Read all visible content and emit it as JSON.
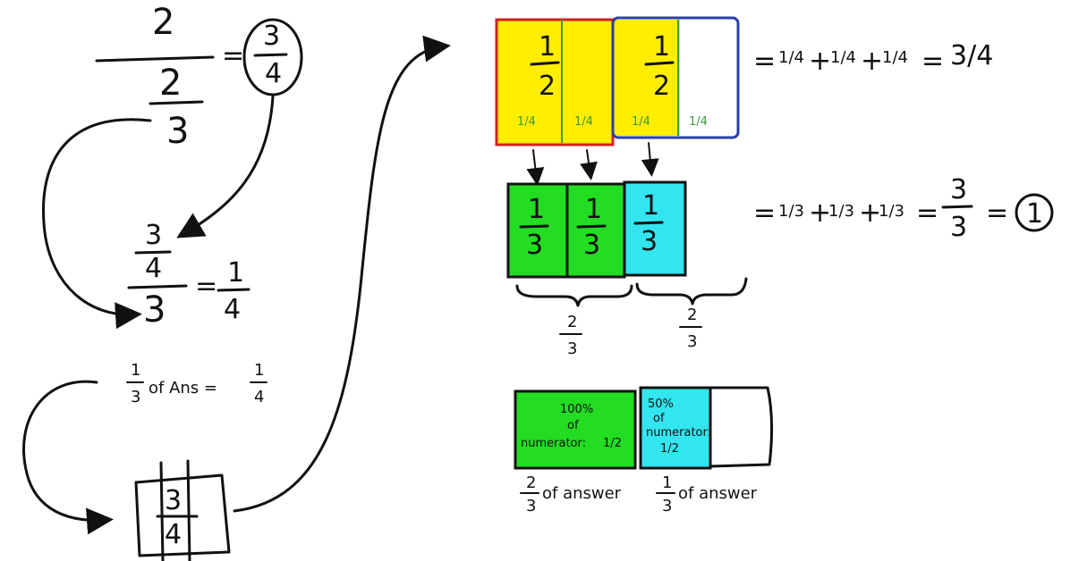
{
  "left": {
    "top_fraction": {
      "num": "2",
      "den_num": "2",
      "den_den": "3",
      "result_num": "3",
      "result_den": "4"
    },
    "mid_fraction": {
      "num_num": "3",
      "num_den": "4",
      "den": "3",
      "result_num": "1",
      "result_den": "4"
    },
    "statement": {
      "a_num": "1",
      "a_den": "3",
      "middle": "of Ans =",
      "b_num": "1",
      "b_den": "4"
    },
    "grid": {
      "num": "3",
      "den": "4"
    }
  },
  "halves": {
    "labels": [
      {
        "num": "1",
        "den": "2"
      },
      {
        "num": "1",
        "den": "2"
      }
    ],
    "quarters": [
      "1/4",
      "1/4",
      "1/4",
      "1/4"
    ],
    "equation": {
      "terms": [
        "1/4",
        "1/4",
        "1/4"
      ],
      "result": "3/4"
    },
    "colors": {
      "yellow": "#ffee00",
      "red": "#d42020",
      "blue": "#2a3fa8",
      "green_text": "#3a9a3a"
    }
  },
  "thirds": {
    "labels": [
      {
        "num": "1",
        "den": "3"
      },
      {
        "num": "1",
        "den": "3"
      },
      {
        "num": "1",
        "den": "3"
      }
    ],
    "equation": {
      "terms": [
        "1/3",
        "1/3",
        "1/3"
      ],
      "result_num": "3",
      "result_den": "3",
      "final": "1"
    },
    "braces": [
      {
        "num": "2",
        "den": "3"
      },
      {
        "num": "2",
        "den": "3"
      }
    ],
    "colors": {
      "green": "#22dd22",
      "cyan": "#33e5ee"
    }
  },
  "bottom": {
    "green_box": {
      "line1": "100%",
      "line2": "of",
      "line3": "numerator:",
      "frac": "1/2"
    },
    "cyan_box": {
      "line1": "50%",
      "line2": "of",
      "line3": "numerator:",
      "frac": "1/2"
    },
    "caption_left": {
      "num": "2",
      "den": "3",
      "text": "of answer"
    },
    "caption_right": {
      "num": "1",
      "den": "3",
      "text": "of answer"
    }
  }
}
